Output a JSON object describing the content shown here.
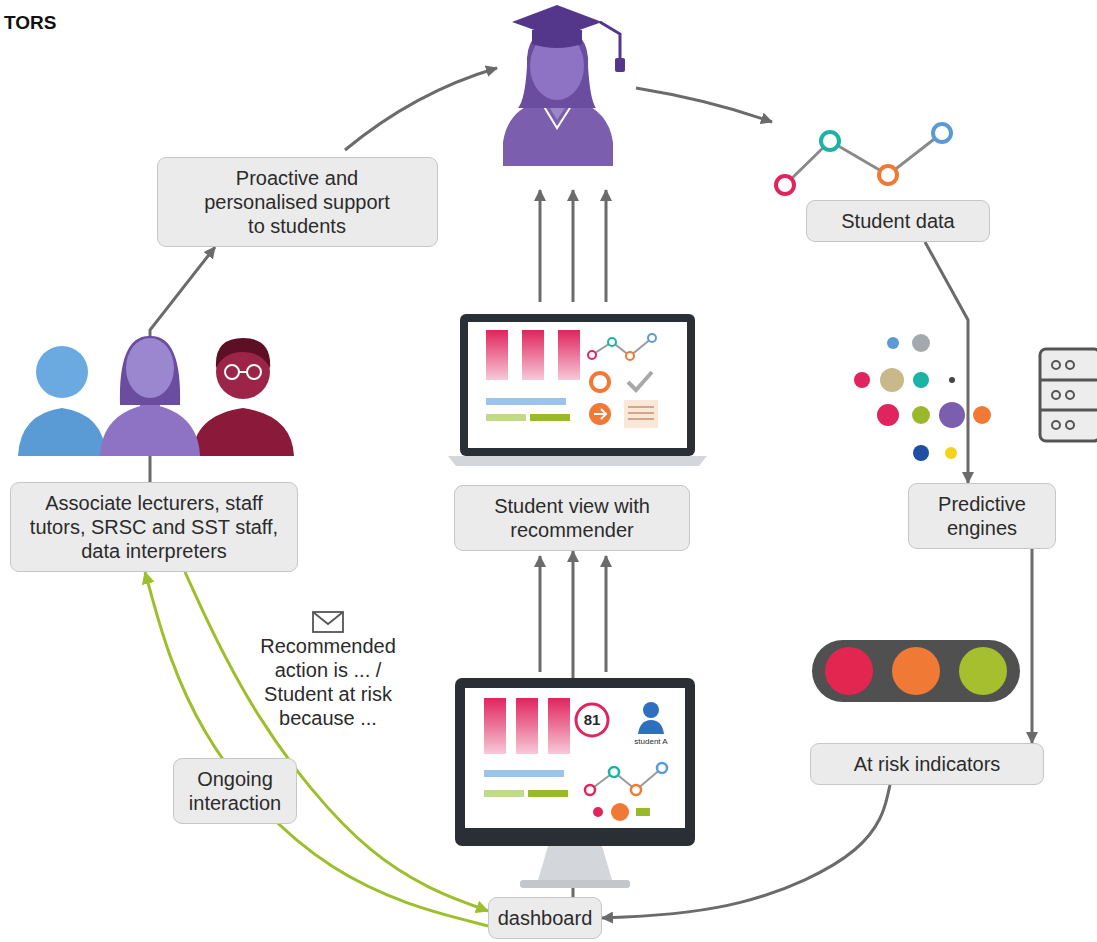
{
  "diagram": {
    "nodes": [
      {
        "text": [
          "Proactive and personalised support to students"
        ]
      },
      {
        "text": [
          "Student data"
        ]
      },
      {
        "text": [
          "Student view with recommender"
        ]
      },
      {
        "text": [
          "Predictive engines"
        ]
      },
      {
        "text": [
          "Associate lecturers, staff tutors, SRSC and SST staff, data interpreters"
        ]
      },
      {
        "text": [
          "At risk indicators"
        ]
      },
      {
        "text": [
          "Ongoing interaction"
        ]
      },
      {
        "text": [
          "dashboard"
        ]
      }
    ],
    "edges": [
      {
        "from": 1,
        "to": 3,
        "arrow": "to"
      },
      {
        "from": 3,
        "to": 5,
        "arrow": "to"
      },
      {
        "from": 5,
        "to": 7,
        "arrow": "to"
      },
      {
        "from": 7,
        "to": 2,
        "arrow": "to"
      },
      {
        "from": 7,
        "to": 4,
        "arrow": "to"
      },
      {
        "from": 4,
        "to": 7,
        "arrow": "to"
      },
      {
        "from": 4,
        "to": 0,
        "arrow": "to"
      }
    ],
    "labels": [
      "TORS",
      "Recommended action is ... / Student at risk because ...",
      "81",
      "student A"
    ]
  }
}
